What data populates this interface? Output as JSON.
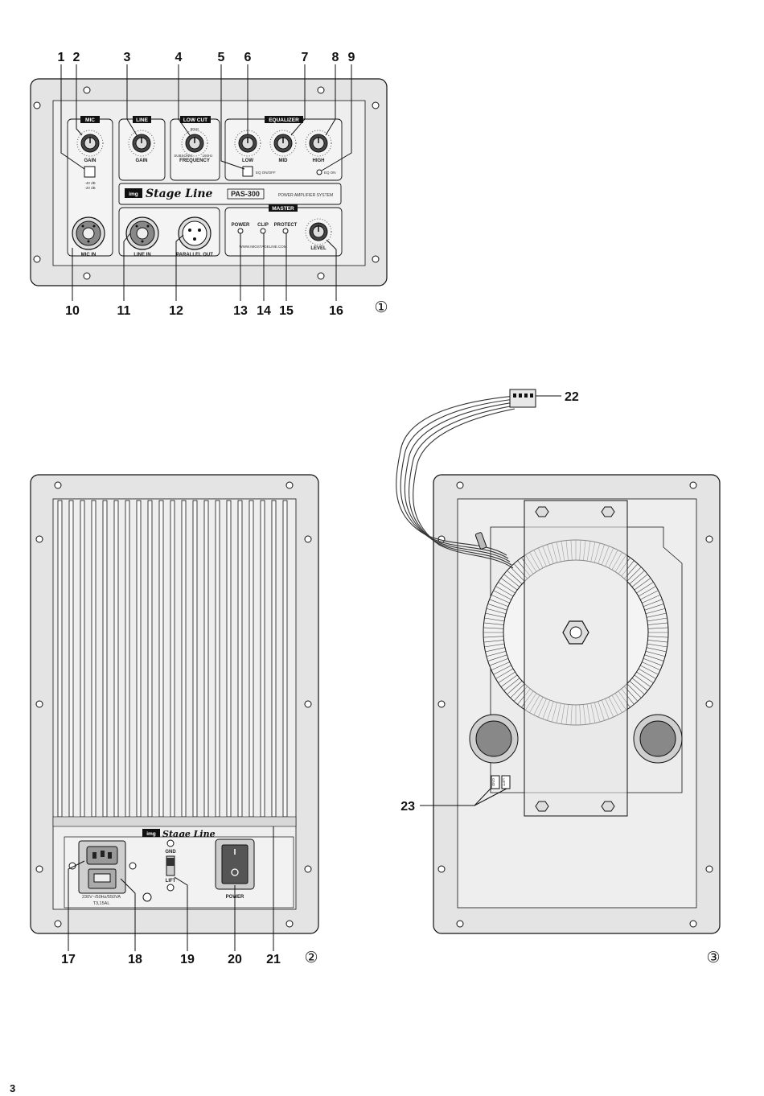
{
  "figures": {
    "fig1": {
      "marker": "①",
      "callouts_top": [
        "1",
        "2",
        "3",
        "4",
        "5",
        "6",
        "7",
        "8",
        "9"
      ],
      "callouts_bottom": [
        "10",
        "11",
        "12",
        "13",
        "14",
        "15",
        "16"
      ],
      "sections": {
        "mic": "MIC",
        "line": "LINE",
        "low_cut": "LOW CUT",
        "equalizer": "EQUALIZER",
        "master": "MASTER"
      },
      "labels": {
        "gain_mic": "GAIN",
        "gain_line": "GAIN",
        "frequency": "FREQUENCY",
        "freq_top": "80Hz",
        "freq_left": "SUBSONIC",
        "freq_right": "160Hz",
        "low": "LOW",
        "mid": "MID",
        "high": "HIGH",
        "eq_on_off": "EQ ON/OFF",
        "eq_on": "EQ ON",
        "mic_in": "MIC IN",
        "line_in": "LINE IN",
        "parallel_out": "PARALLEL OUT",
        "power": "POWER",
        "clip": "CLIP",
        "protect": "PROTECT",
        "level": "LEVEL",
        "model": "PAS-300",
        "system": "POWER AMPLIFIER SYSTEM",
        "website": "WWW.IMGSTAGELINE.COM",
        "brand_logo": "img",
        "brand_name": "Stage Line",
        "pad_a": "-40 dB",
        "pad_b": "-20 dB"
      }
    },
    "fig2": {
      "marker": "②",
      "callouts": [
        "17",
        "18",
        "19",
        "20",
        "21"
      ],
      "labels": {
        "brand_logo": "img",
        "brand_name": "Stage Line",
        "gnd": "GND",
        "lift": "LIFT",
        "power": "POWER",
        "rating": "230V~/50Hz/550VA",
        "fuse": "T3,15AL"
      }
    },
    "fig3": {
      "marker": "③",
      "callouts": [
        "22",
        "23"
      ],
      "labels": {
        "gnd": "GND",
        "lift": "LIFT"
      }
    }
  },
  "page_number": "3"
}
